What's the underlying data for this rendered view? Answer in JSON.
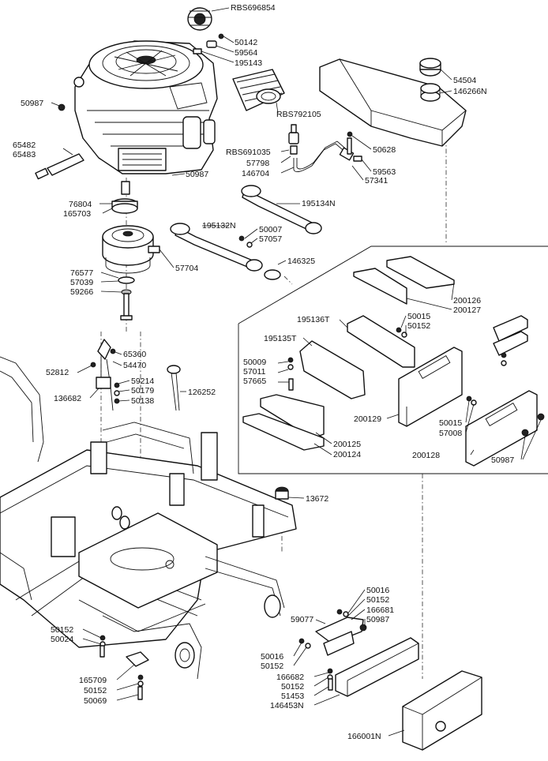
{
  "parts": [
    {
      "id": "RBS696854"
    },
    {
      "id": "50142"
    },
    {
      "id": "59564"
    },
    {
      "id": "195143"
    },
    {
      "id": "RBS792105"
    },
    {
      "id": "50987"
    },
    {
      "id": "65482"
    },
    {
      "id": "65483"
    },
    {
      "id": "50987"
    },
    {
      "id": "76804"
    },
    {
      "id": "165703"
    },
    {
      "id": "57704"
    },
    {
      "id": "76577"
    },
    {
      "id": "57039"
    },
    {
      "id": "59266"
    },
    {
      "id": "54504"
    },
    {
      "id": "146266N"
    },
    {
      "id": "RBS691035"
    },
    {
      "id": "57798"
    },
    {
      "id": "146704"
    },
    {
      "id": "50628"
    },
    {
      "id": "59563"
    },
    {
      "id": "57341"
    },
    {
      "id": "195134N"
    },
    {
      "id": "195132N"
    },
    {
      "id": "50007"
    },
    {
      "id": "57057"
    },
    {
      "id": "146325"
    },
    {
      "id": "200126"
    },
    {
      "id": "200127"
    },
    {
      "id": "195136T"
    },
    {
      "id": "50015"
    },
    {
      "id": "50152"
    },
    {
      "id": "195135T"
    },
    {
      "id": "50009"
    },
    {
      "id": "57011"
    },
    {
      "id": "57665"
    },
    {
      "id": "200129"
    },
    {
      "id": "50015"
    },
    {
      "id": "57008"
    },
    {
      "id": "200125"
    },
    {
      "id": "200124"
    },
    {
      "id": "200128"
    },
    {
      "id": "50987"
    },
    {
      "id": "65360"
    },
    {
      "id": "54470"
    },
    {
      "id": "52812"
    },
    {
      "id": "59214"
    },
    {
      "id": "50179"
    },
    {
      "id": "136682"
    },
    {
      "id": "50138"
    },
    {
      "id": "126252"
    },
    {
      "id": "13672"
    },
    {
      "id": "50016"
    },
    {
      "id": "50152"
    },
    {
      "id": "166681"
    },
    {
      "id": "59077"
    },
    {
      "id": "50987"
    },
    {
      "id": "50152"
    },
    {
      "id": "50024"
    },
    {
      "id": "50016"
    },
    {
      "id": "50152"
    },
    {
      "id": "166682"
    },
    {
      "id": "50152"
    },
    {
      "id": "51453"
    },
    {
      "id": "146453N"
    },
    {
      "id": "165709"
    },
    {
      "id": "50152"
    },
    {
      "id": "50069"
    },
    {
      "id": "166001N"
    }
  ]
}
